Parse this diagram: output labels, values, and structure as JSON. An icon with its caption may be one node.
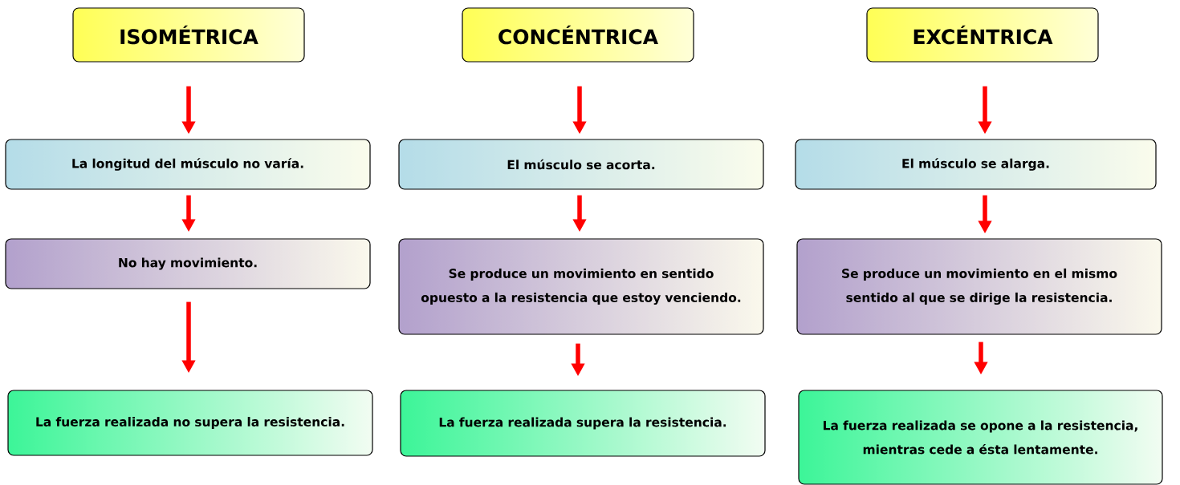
{
  "diagram": {
    "nodes": [
      {
        "text": [
          "ISOMÉTRICA"
        ]
      },
      {
        "text": [
          "CONCÉNTRICA"
        ]
      },
      {
        "text": [
          "EXCÉNTRICA"
        ]
      },
      {
        "text": [
          "La longitud del músculo no varía."
        ]
      },
      {
        "text": [
          "El músculo se acorta."
        ]
      },
      {
        "text": [
          "El músculo se alarga."
        ]
      },
      {
        "text": [
          "No hay movimiento."
        ]
      },
      {
        "text": [
          "Se produce un movimiento en sentido opuesto a la resistencia que estoy venciendo."
        ]
      },
      {
        "text": [
          "Se produce un movimiento en el mismo sentido al que se dirige la resistencia."
        ]
      },
      {
        "text": [
          "La fuerza realizada no supera la resistencia."
        ]
      },
      {
        "text": [
          "La fuerza realizada supera la resistencia."
        ]
      },
      {
        "text": [
          "La fuerza realizada se opone a la resistencia, mientras cede a ésta lentamente."
        ]
      }
    ],
    "edges": [
      {
        "from": 0,
        "to": 3,
        "arrow": "to"
      },
      {
        "from": 3,
        "to": 6,
        "arrow": "to"
      },
      {
        "from": 6,
        "to": 9,
        "arrow": "to"
      },
      {
        "from": 1,
        "to": 4,
        "arrow": "to"
      },
      {
        "from": 4,
        "to": 7,
        "arrow": "to"
      },
      {
        "from": 7,
        "to": 10,
        "arrow": "to"
      },
      {
        "from": 2,
        "to": 5,
        "arrow": "to"
      },
      {
        "from": 5,
        "to": 8,
        "arrow": "to"
      },
      {
        "from": 8,
        "to": 11,
        "arrow": "to"
      }
    ]
  }
}
